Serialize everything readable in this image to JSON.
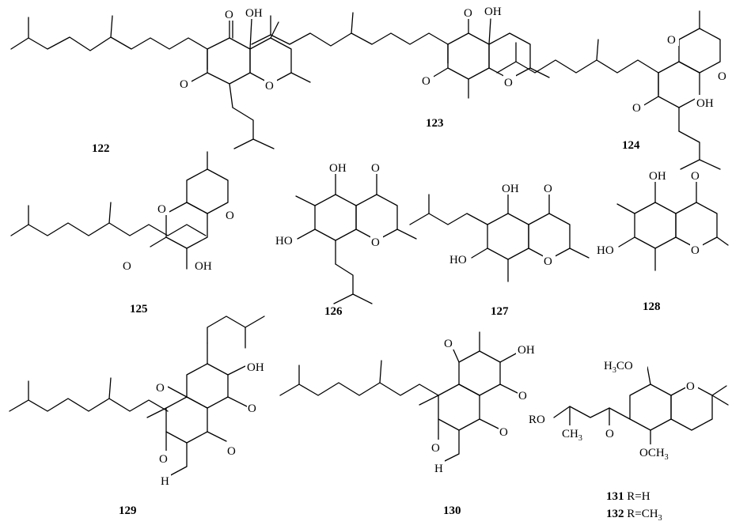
{
  "figure": {
    "compounds": [
      {
        "id": "122",
        "atoms": [
          "O",
          "OH",
          "O",
          "O"
        ]
      },
      {
        "id": "123",
        "atoms": [
          "O",
          "OH",
          "O",
          "O"
        ]
      },
      {
        "id": "124",
        "atoms": [
          "O",
          "O",
          "O",
          "OH"
        ]
      },
      {
        "id": "125",
        "atoms": [
          "O",
          "O",
          "O",
          "OH"
        ]
      },
      {
        "id": "126",
        "atoms": [
          "OH",
          "O",
          "HO",
          "O"
        ]
      },
      {
        "id": "127",
        "atoms": [
          "OH",
          "O",
          "HO",
          "O"
        ]
      },
      {
        "id": "128",
        "atoms": [
          "OH",
          "O",
          "HO",
          "O"
        ]
      },
      {
        "id": "129",
        "atoms": [
          "O",
          "OH",
          "O",
          "O",
          "O",
          "H"
        ]
      },
      {
        "id": "130",
        "atoms": [
          "O",
          "OH",
          "O",
          "O",
          "O",
          "H"
        ]
      },
      {
        "id": "131",
        "atoms": [
          "H3CO",
          "O",
          "RO",
          "O",
          "OCH3",
          "CH3"
        ],
        "r_group": "R=H"
      },
      {
        "id": "132",
        "r_group": "R=CH3"
      }
    ],
    "text_pieces": {
      "h3": "H",
      "h3sub": "3",
      "co": "CO",
      "och": "OCH",
      "och_sub": "3",
      "ch": "CH",
      "ch_sub": "3",
      "rch": "R=CH",
      "rch_sub": "3"
    }
  }
}
